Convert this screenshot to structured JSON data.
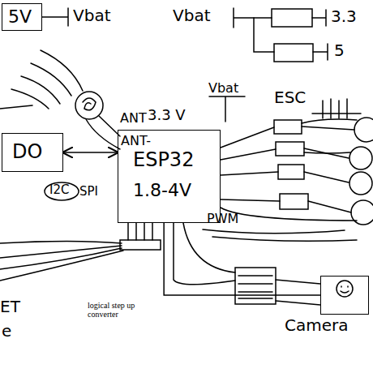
{
  "diagram": {
    "nodes": [
      {
        "text": [
          "5V"
        ]
      },
      {
        "text": [
          "DO"
        ]
      },
      {
        "text": [
          "ANT-",
          "ESP32",
          "1.8-4V"
        ]
      },
      {
        "text": [
          "Camera"
        ]
      }
    ],
    "edges": [
      {
        "from": 1,
        "to": 2,
        "arrow": "both"
      },
      {
        "from": 2,
        "to": 3,
        "arrow": "none"
      }
    ],
    "labels": [
      "Vbat",
      "Vbat",
      "3.3",
      "5",
      "ANT",
      "3.3 V",
      "I2C",
      "SPI",
      "Vbat",
      "ESC",
      "PWM",
      "logical step up converter",
      "ET",
      "e"
    ]
  }
}
